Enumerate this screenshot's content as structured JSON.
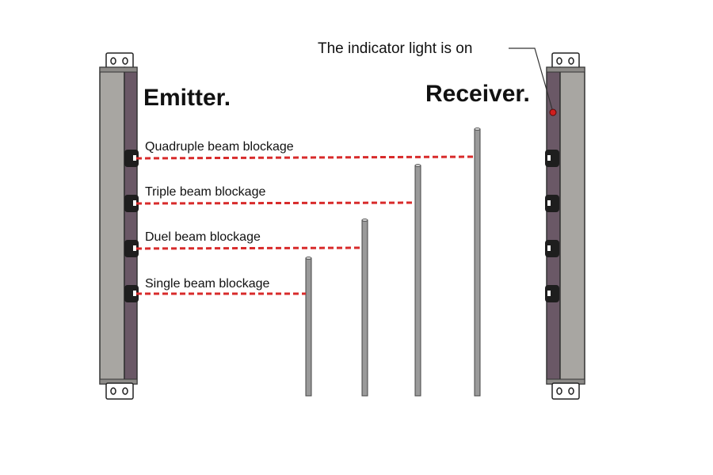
{
  "emitter": {
    "title": "Emitter."
  },
  "receiver": {
    "title": "Receiver."
  },
  "indicator": {
    "text": "The indicator light is on"
  },
  "beams": [
    {
      "label": "Quadruple beam blockage"
    },
    {
      "label": "Triple beam blockage"
    },
    {
      "label": "Duel beam blockage"
    },
    {
      "label": "Single beam blockage"
    }
  ],
  "colors": {
    "beam": "#d82b2b",
    "housing": "#a8a6a2",
    "lens_strip": "#6a5866",
    "pole": "#9a9a9a",
    "indicator_led": "#d01e1e"
  }
}
